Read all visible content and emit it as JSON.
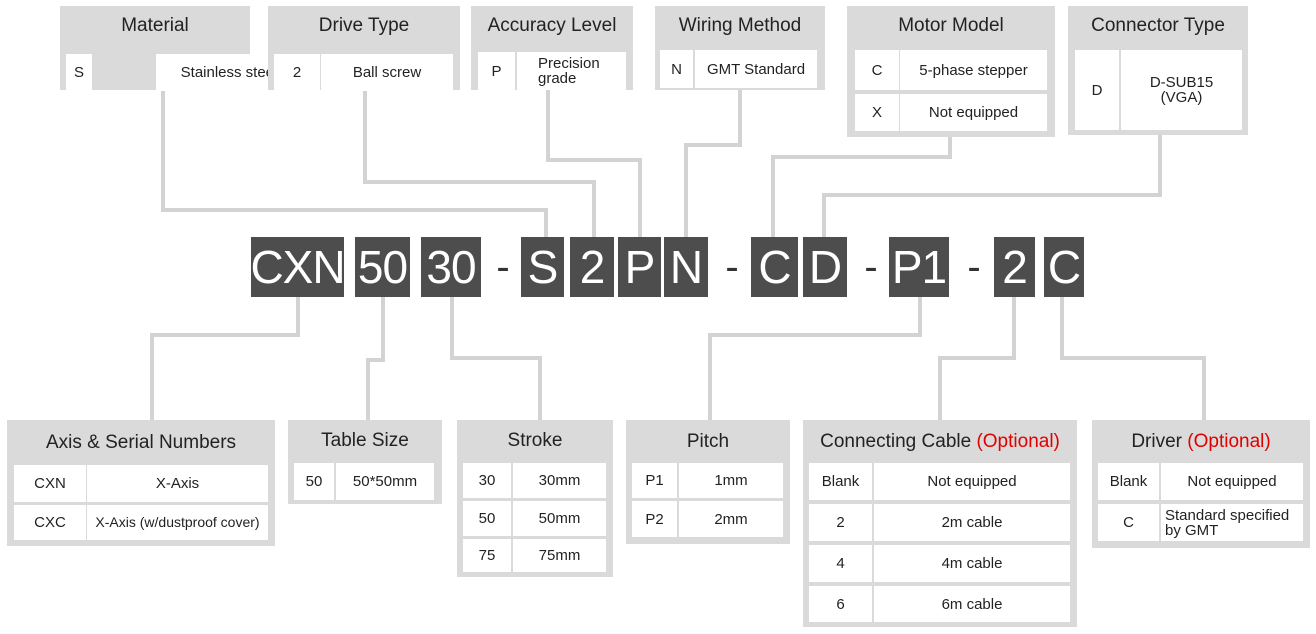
{
  "code": {
    "segments": [
      "CXN",
      "50",
      "30",
      "S",
      "2",
      "P",
      "N",
      "C",
      "D",
      "P1",
      "2",
      "C"
    ],
    "separator": "-"
  },
  "colors": {
    "box_bg": "#dadada",
    "segment_bg": "#4d4d4d",
    "line": "#d3d3d3",
    "optional": "#e00000"
  },
  "top": {
    "material": {
      "title": "Material",
      "rows": [
        [
          "S",
          "Stainless steel"
        ]
      ]
    },
    "drive_type": {
      "title": "Drive Type",
      "rows": [
        [
          "2",
          "Ball screw"
        ]
      ]
    },
    "accuracy": {
      "title": "Accuracy Level",
      "rows": [
        [
          "P",
          "Precision grade"
        ]
      ]
    },
    "wiring": {
      "title": "Wiring Method",
      "rows": [
        [
          "N",
          "GMT Standard"
        ]
      ]
    },
    "motor": {
      "title": "Motor Model",
      "rows": [
        [
          "C",
          "5-phase stepper"
        ],
        [
          "X",
          "Not equipped"
        ]
      ]
    },
    "connector": {
      "title": "Connector Type",
      "rows": [
        [
          "D",
          "D-SUB15 (VGA)"
        ]
      ]
    }
  },
  "bottom": {
    "axis": {
      "title": "Axis & Serial Numbers",
      "rows": [
        [
          "CXN",
          "X-Axis"
        ],
        [
          "CXC",
          "X-Axis (w/dustproof cover)"
        ]
      ]
    },
    "table_size": {
      "title": "Table Size",
      "rows": [
        [
          "50",
          "50*50mm"
        ]
      ]
    },
    "stroke": {
      "title": "Stroke",
      "rows": [
        [
          "30",
          "30mm"
        ],
        [
          "50",
          "50mm"
        ],
        [
          "75",
          "75mm"
        ]
      ]
    },
    "pitch": {
      "title": "Pitch",
      "rows": [
        [
          "P1",
          "1mm"
        ],
        [
          "P2",
          "2mm"
        ]
      ]
    },
    "cable": {
      "title": "Connecting Cable",
      "optional": "(Optional)",
      "rows": [
        [
          "Blank",
          "Not equipped"
        ],
        [
          "2",
          "2m cable"
        ],
        [
          "4",
          "4m cable"
        ],
        [
          "6",
          "6m cable"
        ]
      ]
    },
    "driver": {
      "title": "Driver",
      "optional": "(Optional)",
      "rows": [
        [
          "Blank",
          "Not equipped"
        ],
        [
          "C",
          "Standard specified by GMT"
        ]
      ]
    }
  }
}
